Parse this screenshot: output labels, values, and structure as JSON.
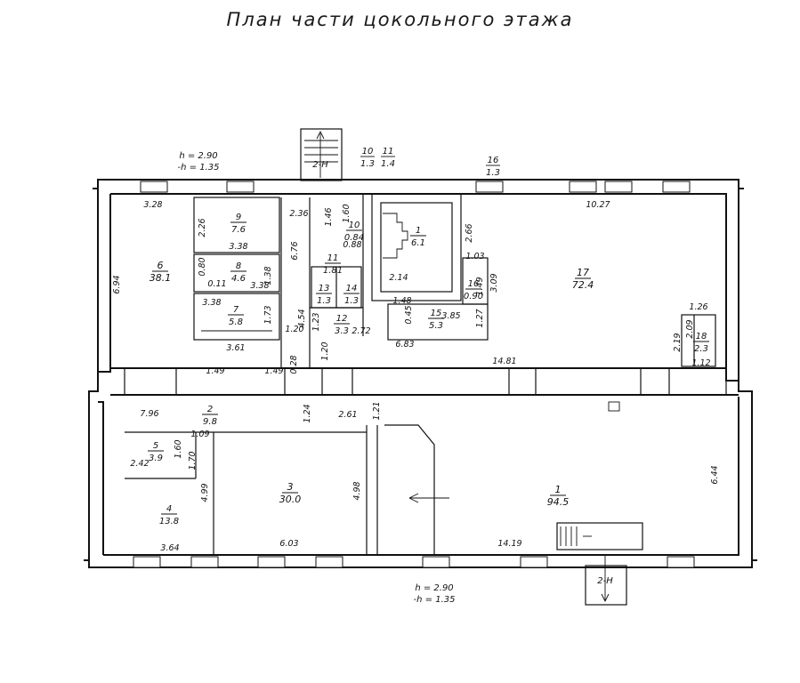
{
  "title": "План части цокольного этажа",
  "heights": {
    "top": [
      "h = 2.90",
      "-h = 1.35"
    ],
    "bottom": [
      "h = 2.90",
      "-h = 1.35"
    ]
  },
  "stairs": {
    "top_label": "2-Н",
    "bottom_label": "2-Н"
  },
  "rooms": [
    {
      "num": "1",
      "area": "6.1"
    },
    {
      "num": "6",
      "area": "38.1"
    },
    {
      "num": "9",
      "area": "7.6"
    },
    {
      "num": "8",
      "area": "4.6"
    },
    {
      "num": "7",
      "area": "5.8"
    },
    {
      "num": "10",
      "area": "0.84"
    },
    {
      "num": "11",
      "area": "1.81"
    },
    {
      "num": "13",
      "area": "1.3"
    },
    {
      "num": "14",
      "area": "1.3"
    },
    {
      "num": "12",
      "area": "3.3"
    },
    {
      "num": "15",
      "area": "5.3"
    },
    {
      "num": "16",
      "area": "0.90"
    },
    {
      "num": "17",
      "area": "72.4"
    },
    {
      "num": "18",
      "area": "2.3"
    },
    {
      "num": "2",
      "area": "9.8"
    },
    {
      "num": "5",
      "area": "3.9"
    },
    {
      "num": "4",
      "area": "13.8"
    },
    {
      "num": "3",
      "area": "30.0"
    },
    {
      "num": "1",
      "area": "94.5"
    }
  ],
  "outside_labels": [
    {
      "num": "10",
      "area": "1.3"
    },
    {
      "num": "11",
      "area": "1.4"
    },
    {
      "num": "16",
      "area": "1.3"
    }
  ],
  "dimensions": [
    "3.28",
    "6.94",
    "2.26",
    "3.38",
    "0.80",
    "0.11",
    "3.38",
    "1.38",
    "3.38",
    "1.73",
    "3.61",
    "1.20",
    "1.49",
    "1.49",
    "0.28",
    "6.76",
    "2.36",
    "1.46",
    "1.60",
    "0.88",
    "1.23",
    "4.54",
    "2.72",
    "1.20",
    "1.48",
    "0.45",
    "3.85",
    "6.83",
    "1.27",
    "2.14",
    "2.66",
    "1.03",
    "1.49",
    "3.09",
    "10.27",
    "1.26",
    "2.19",
    "2.09",
    "1.12",
    "14.81",
    "7.96",
    "1.09",
    "1.24",
    "2.61",
    "1.21",
    "1.60",
    "2.42",
    "1.70",
    "4.99",
    "4.98",
    "6.44",
    "3.64",
    "6.03",
    "14.19"
  ]
}
